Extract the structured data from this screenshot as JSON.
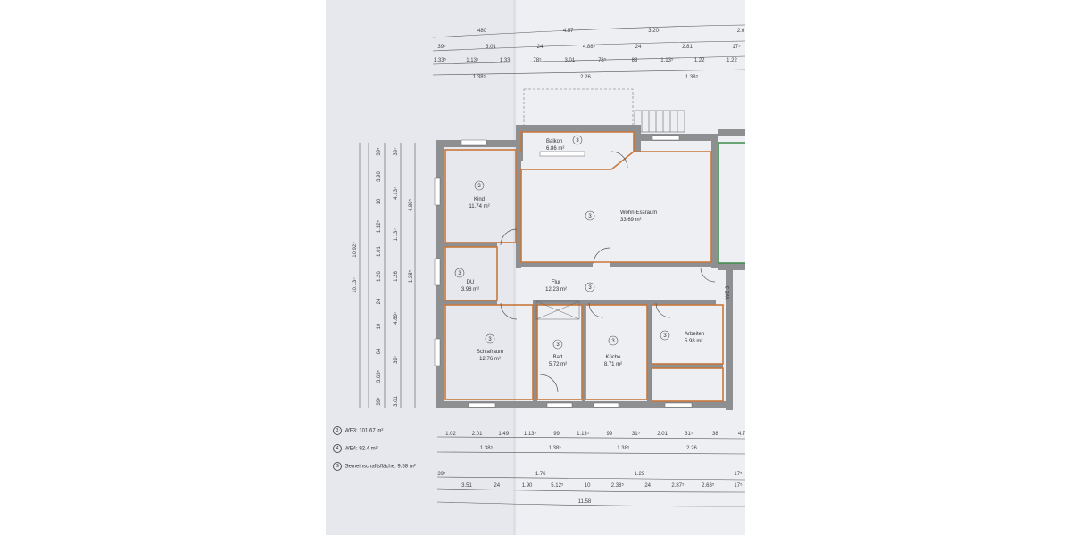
{
  "rooms": [
    {
      "id": "balkon",
      "number": "3",
      "name": "Balkon",
      "area": "6.86 m²"
    },
    {
      "id": "kind",
      "number": "3",
      "name": "Kind",
      "area": "11.74 m²"
    },
    {
      "id": "wohn",
      "number": "3",
      "name": "Wohn-Essraum",
      "area": "33.69 m²"
    },
    {
      "id": "du",
      "number": "3",
      "name": "DU",
      "area": "3.98 m²"
    },
    {
      "id": "flur",
      "number": "3",
      "name": "Flur",
      "area": "12.23 m²"
    },
    {
      "id": "schlaf",
      "number": "3",
      "name": "Schlafraum",
      "area": "12.76 m²"
    },
    {
      "id": "bad",
      "number": "3",
      "name": "Bad",
      "area": "5.72 m²"
    },
    {
      "id": "kueche",
      "number": "3",
      "name": "Küche",
      "area": "8.71 m²"
    },
    {
      "id": "arbeiten",
      "number": "3",
      "name": "Arbeiten",
      "area": "5.98 m²"
    }
  ],
  "legend": [
    {
      "badge": "3",
      "text": "WE3: 101.67 m²"
    },
    {
      "badge": "4",
      "text": "WE4: 92.4 m²"
    },
    {
      "badge": "G",
      "text": "Gemeinschaftsfläche: 9.58 m²"
    }
  ],
  "dimensions": {
    "top_row1": [
      "480",
      "4.57",
      "3.20⁵",
      "2.6"
    ],
    "top_row2": [
      "39⁵",
      "3.01",
      "24",
      "4.88⁵",
      "24",
      "2.81",
      "17⁵"
    ],
    "top_row3": [
      "1.33⁵",
      "1.13⁵",
      "1.33",
      "78⁵",
      "3.01",
      "78⁵",
      "83",
      "1.13⁵",
      "1.22",
      "1.22"
    ],
    "top_row4": [
      "1.38⁵",
      "2.26",
      "1.38⁵"
    ],
    "left_col1": [
      "39⁵",
      "3.90",
      "10",
      "1.12⁵",
      "1.01",
      "1.26",
      "24",
      "10",
      "64",
      "3.63⁵",
      "39⁵"
    ],
    "left_col2": [
      "39⁵",
      "4.13⁵",
      "1.13⁵",
      "1.26",
      "4.89⁵",
      "39⁵",
      "3.01"
    ],
    "left_col3": [
      "4.89⁵",
      "1.38⁵"
    ],
    "left_total": [
      "10.92⁵",
      "10.13⁵"
    ],
    "bottom_row1": [
      "1.02",
      "2.01",
      "1.49",
      "1.13⁵",
      "99",
      "1.13⁵",
      "99",
      "31⁵",
      "2.01",
      "31⁵",
      "38",
      "4.7"
    ],
    "bottom_row2": [
      "1.38⁵",
      "1.38⁵",
      "1.38⁵",
      "2.26"
    ],
    "bottom_row3": [
      "39⁵",
      "1.76",
      "1.25",
      "17⁵"
    ],
    "bottom_row4": [
      "3.51",
      "24",
      "1.90",
      "5.12⁵",
      "10",
      "2.38⁵",
      "24",
      "2.87⁵",
      "2.63⁵",
      "17⁵"
    ],
    "bottom_row5": [
      "11.58"
    ],
    "side_label": "WE 3"
  }
}
